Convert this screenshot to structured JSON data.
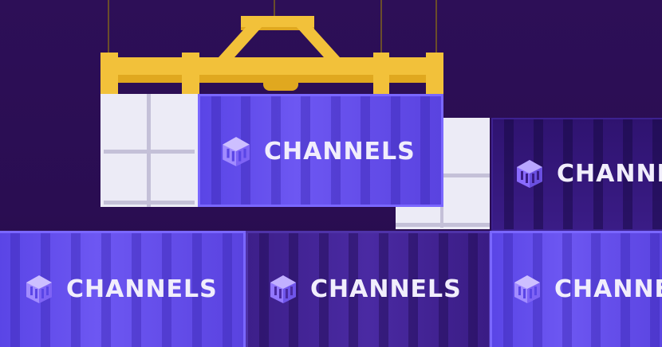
{
  "brand": {
    "name": "CHANNELS",
    "icon": "channels-cube-logo-icon"
  },
  "colors": {
    "background": "#2a0f52",
    "crane_yellow": "#f2c13a",
    "container_bright": "#6d57f2",
    "container_dark": "#4a2aa3",
    "container_deep": "#3a1c86",
    "panel_white": "#ecebf6"
  },
  "containers": [
    {
      "id": "hanging",
      "label": "CHANNELS"
    },
    {
      "id": "top-right",
      "label": "CHANNELS"
    },
    {
      "id": "bottom-left",
      "label": "CHANNELS"
    },
    {
      "id": "bottom-middle",
      "label": "CHANNELS"
    },
    {
      "id": "bottom-right",
      "label": "CHANNELS"
    }
  ]
}
